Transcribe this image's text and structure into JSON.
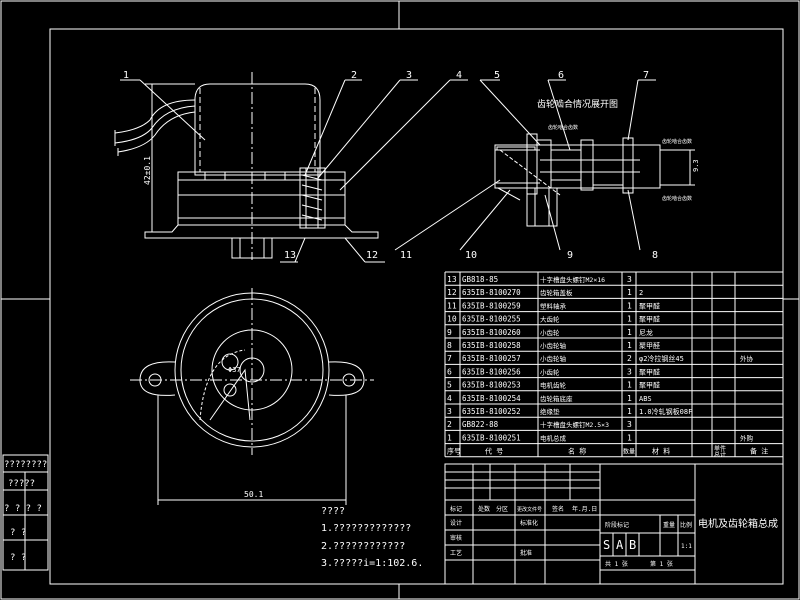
{
  "callouts": [
    "1",
    "2",
    "3",
    "4",
    "5",
    "6",
    "7",
    "8",
    "9",
    "10",
    "11",
    "12",
    "13"
  ],
  "dims": {
    "height": "42±0.1",
    "width": "50.1",
    "gear_height": "9.3",
    "section_diameter": "Φ37"
  },
  "section_title": "齿轮啮合情况展开图",
  "section_notes": [
    "齿轮啮合齿数",
    "齿轮啮合齿数",
    "齿轮啮合齿数"
  ],
  "bom": {
    "rows": [
      {
        "no": "13",
        "code": "GB818-85",
        "name": "十字槽盘头螺钉M2×16",
        "qty": "3",
        "material": "",
        "note": ""
      },
      {
        "no": "12",
        "code": "635IB-8100270",
        "name": "齿轮箱盖板",
        "qty": "1",
        "material": "2",
        "note": ""
      },
      {
        "no": "11",
        "code": "635IB-8100259",
        "name": "塑料轴承",
        "qty": "1",
        "material": "聚甲醛",
        "note": ""
      },
      {
        "no": "10",
        "code": "635IB-8100255",
        "name": "大齿轮",
        "qty": "1",
        "material": "聚甲醛",
        "note": ""
      },
      {
        "no": "9",
        "code": "635IB-8100260",
        "name": "小齿轮",
        "qty": "1",
        "material": "尼龙",
        "note": ""
      },
      {
        "no": "8",
        "code": "635IB-8100258",
        "name": "小齿轮轴",
        "qty": "1",
        "material": "聚甲醛",
        "note": ""
      },
      {
        "no": "7",
        "code": "635IB-8100257",
        "name": "小齿轮轴",
        "qty": "2",
        "material": "φ2冷拉钢丝45",
        "note": "外协"
      },
      {
        "no": "6",
        "code": "635IB-8100256",
        "name": "小齿轮",
        "qty": "3",
        "material": "聚甲醛",
        "note": ""
      },
      {
        "no": "5",
        "code": "635IB-8100253",
        "name": "电机齿轮",
        "qty": "1",
        "material": "聚甲醛",
        "note": ""
      },
      {
        "no": "4",
        "code": "635IB-8100254",
        "name": "齿轮箱底座",
        "qty": "1",
        "material": "ABS",
        "note": ""
      },
      {
        "no": "3",
        "code": "635IB-8100252",
        "name": "绝缘垫",
        "qty": "1",
        "material": "1.0冷轧钢板08F",
        "note": ""
      },
      {
        "no": "2",
        "code": "GB822-88",
        "name": "十字槽盘头螺钉M2.5×3",
        "qty": "3",
        "material": "",
        "note": ""
      },
      {
        "no": "1",
        "code": "635IB-8100251",
        "name": "电机总成",
        "qty": "1",
        "material": "",
        "note": "外购"
      }
    ],
    "header": {
      "no": "序号",
      "code": "代 号",
      "name": "名 称",
      "qty": "数量",
      "material": "材 料",
      "unit_weight": "单件",
      "total_weight": "总计",
      "note": "备 注"
    }
  },
  "title_block": {
    "title": "电机及齿轮箱总成",
    "labels": [
      "标记",
      "处数",
      "分区",
      "更改文件号",
      "签名",
      "年.月.日",
      "设计",
      "标准化",
      "阶段标记",
      "重量",
      "比例",
      "审核",
      "工艺",
      "批准",
      "共 1 张",
      "第 1 张"
    ],
    "stage_marks": [
      "S",
      "A",
      "B"
    ],
    "scale": "1:1"
  },
  "notes": {
    "heading": "????",
    "items": [
      "1.?????????????",
      "2.????????????",
      "3.?????i=1:102.6."
    ]
  },
  "left_strip": [
    "????????",
    "?????",
    "? ? ? ?",
    "? ?",
    "? ?"
  ]
}
